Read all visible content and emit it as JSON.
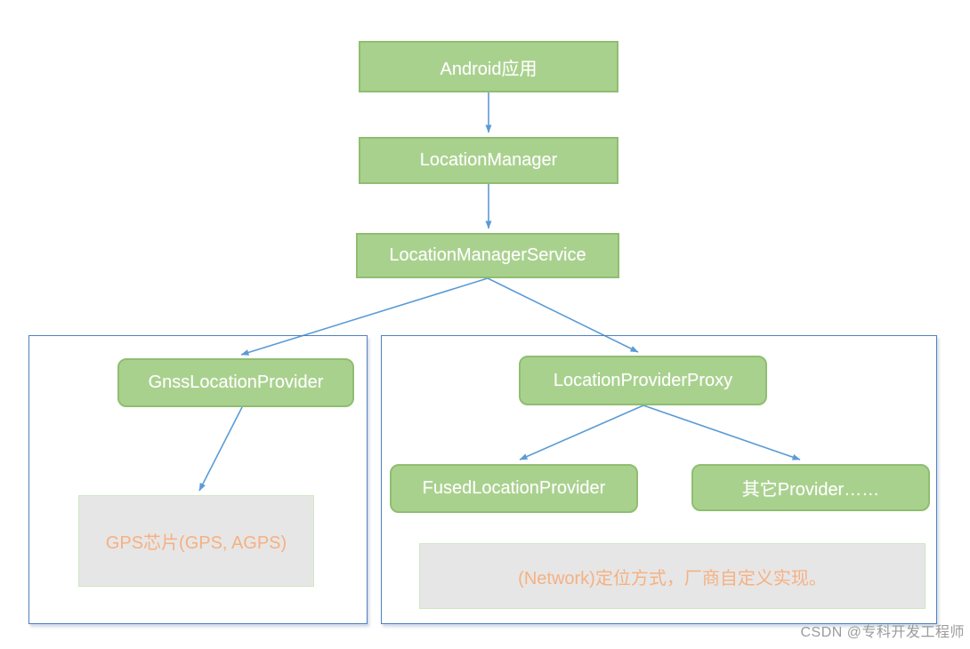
{
  "colors": {
    "node_green_fill": "#a9d18e",
    "node_green_border": "#8fbe70",
    "gray_fill": "#e7e6e6",
    "gray_border": "#cfe7c2",
    "orange_text": "#f4b183",
    "arrow_blue": "#5b9bd5",
    "container_border": "#4f81bd",
    "watermark_gray": "#9b9b9b"
  },
  "nodes": {
    "android": {
      "label": "Android应用"
    },
    "location_manager": {
      "label": "LocationManager"
    },
    "location_manager_service": {
      "label": "LocationManagerService"
    },
    "gnss_location_provider": {
      "label": "GnssLocationProvider"
    },
    "gps_chip": {
      "label": "GPS芯片(GPS, AGPS)"
    },
    "location_provider_proxy": {
      "label": "LocationProviderProxy"
    },
    "fused_location_provider": {
      "label": "FusedLocationProvider"
    },
    "other_provider": {
      "label": "其它Provider……"
    },
    "network_impl": {
      "label": "(Network)定位方式，厂商自定义实现。"
    }
  },
  "edges": [
    {
      "from": "android",
      "to": "location_manager"
    },
    {
      "from": "location_manager",
      "to": "location_manager_service"
    },
    {
      "from": "location_manager_service",
      "to": "gnss_location_provider"
    },
    {
      "from": "location_manager_service",
      "to": "location_provider_proxy"
    },
    {
      "from": "gnss_location_provider",
      "to": "gps_chip"
    },
    {
      "from": "location_provider_proxy",
      "to": "fused_location_provider"
    },
    {
      "from": "location_provider_proxy",
      "to": "other_provider"
    }
  ],
  "watermark": {
    "text": "CSDN @专科开发工程师"
  }
}
